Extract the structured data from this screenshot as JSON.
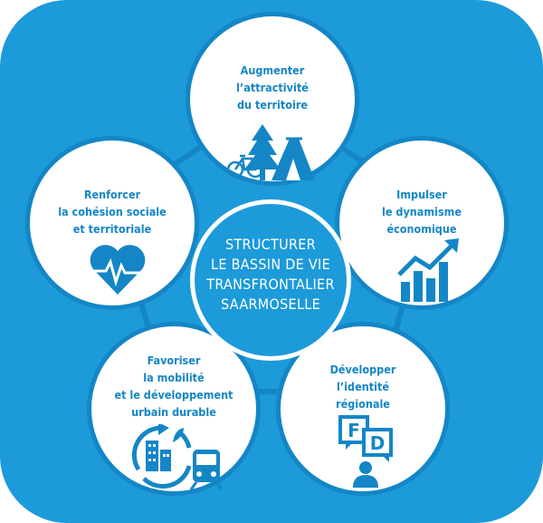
{
  "colors": {
    "background": "#1c9ad9",
    "accent": "#1486c6",
    "white": "#ffffff"
  },
  "center": {
    "lines": [
      "STRUCTURER",
      "LE BASSIN DE VIE",
      "TRANSFRONTALIER",
      "SAARMOSELLE"
    ]
  },
  "nodes": [
    {
      "id": "attractivite",
      "icon": "tree-tent-bicycle-icon",
      "lines": [
        "Augmenter",
        "l’attractivité",
        "du territoire"
      ]
    },
    {
      "id": "dynamisme",
      "icon": "growth-chart-icon",
      "lines": [
        "Impulser",
        "le dynamisme",
        "économique"
      ]
    },
    {
      "id": "identite",
      "icon": "speech-bubbles-person-icon",
      "lines": [
        "Développer",
        "l’identité",
        "régionale"
      ]
    },
    {
      "id": "mobilite",
      "icon": "city-train-cycle-icon",
      "lines": [
        "Favoriser",
        "la mobilité",
        "et le développement",
        "urbain durable"
      ]
    },
    {
      "id": "cohesion",
      "icon": "heart-pulse-icon",
      "lines": [
        "Renforcer",
        "la cohésion sociale",
        "et territoriale"
      ]
    }
  ],
  "bubbles": {
    "left": "F",
    "right": "D"
  }
}
